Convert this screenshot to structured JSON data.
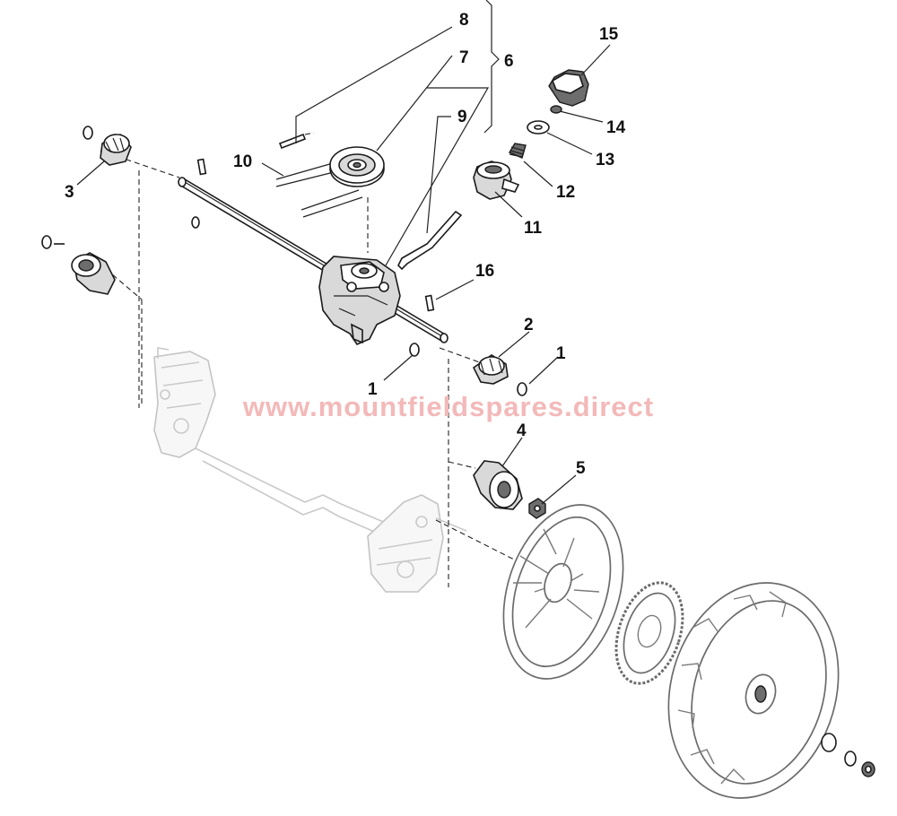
{
  "watermark": "www.mountfieldspares.direct",
  "callouts": {
    "c1a": "1",
    "c1b": "1",
    "c2": "2",
    "c3": "3",
    "c4": "4",
    "c5": "5",
    "c6": "6",
    "c7": "7",
    "c8": "8",
    "c9": "9",
    "c10": "10",
    "c11": "11",
    "c12": "12",
    "c13": "13",
    "c14": "14",
    "c15": "15",
    "c16": "16"
  }
}
